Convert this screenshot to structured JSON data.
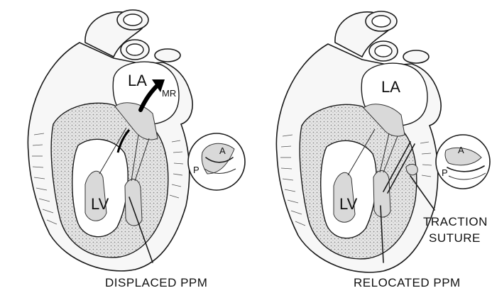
{
  "left_panel": {
    "label_la": "LA",
    "label_lv": "LV",
    "label_mr": "MR",
    "inset_a": "A",
    "inset_p": "P",
    "caption": "DISPLACED PPM"
  },
  "right_panel": {
    "label_la": "LA",
    "label_lv": "LV",
    "inset_a": "A",
    "inset_p": "P",
    "traction_line1": "TRACTION",
    "traction_line2": "SUTURE",
    "caption": "RELOCATED PPM"
  },
  "colors": {
    "ink": "#1a1a1a",
    "muscle_shade": "#d9d9d9",
    "background": "#ffffff"
  }
}
